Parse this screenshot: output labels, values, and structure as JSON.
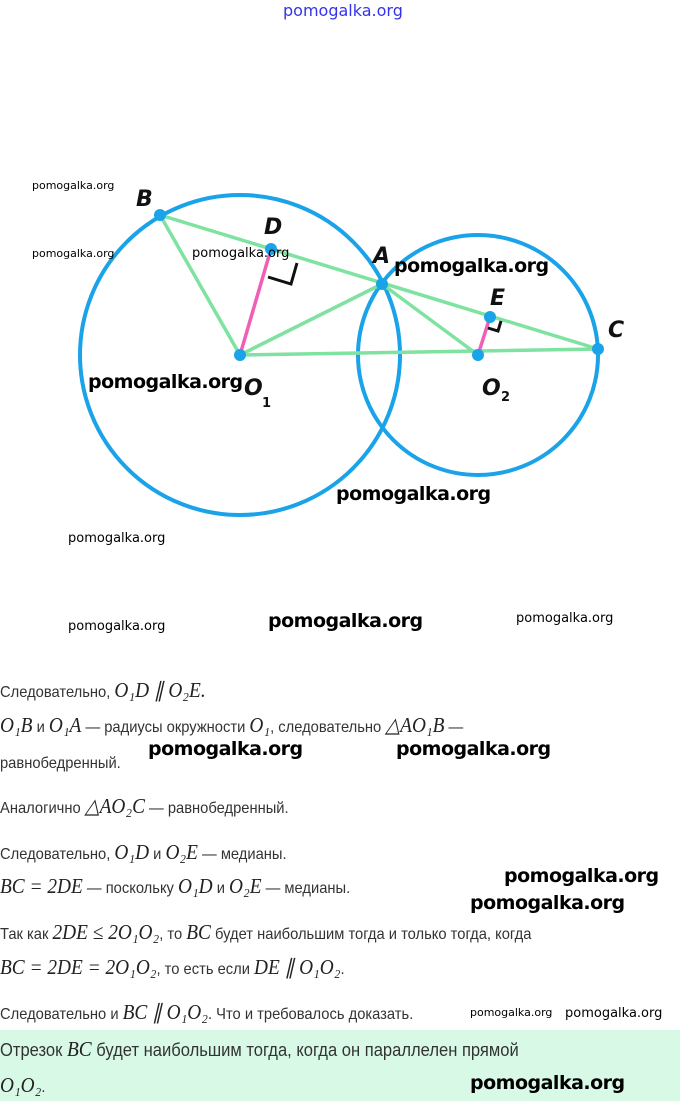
{
  "top_watermark": "pomogalka.org",
  "watermark": "pomogalka.org",
  "diagram": {
    "labels": {
      "B": "B",
      "D": "D",
      "A": "A",
      "E": "E",
      "C": "C",
      "O1": "O",
      "O1_sub": "1",
      "O2": "O",
      "O2_sub": "2"
    },
    "colors": {
      "circle": "#1aa3e8",
      "segment": "#7ee2a0",
      "perpendicular": "#ee5fb5",
      "point": "#1aa3e8"
    }
  },
  "text": {
    "l1": {
      "a": "Следовательно, ",
      "m": "O₁D ∥ O₂E."
    },
    "l2": {
      "m1": "O₁B",
      "a": " и ",
      "m2": "O₁A",
      "b": " — радиусы окружности ",
      "m3": "O₁",
      "c": ", следовательно ",
      "m4": "△AO₁B",
      "d": " —"
    },
    "l3": "равнобедренный.",
    "l4": {
      "a": "Аналогично ",
      "m": "△AO₂C",
      "b": " — равнобедренный."
    },
    "l5": {
      "a": "Следовательно, ",
      "m1": "O₁D",
      "b": " и ",
      "m2": "O₂E",
      "c": " — медианы."
    },
    "l6": {
      "m1": "BC = 2DE",
      "a": " — поскольку ",
      "m2": "O₁D",
      "b": " и ",
      "m3": "O₂E",
      "c": " — медианы."
    },
    "l7": {
      "a": "Так как ",
      "m1": "2DE ≤ 2O₁O₂",
      "b": ", то ",
      "m2": "BC",
      "c": " будет наибольшим тогда и только тогда, когда"
    },
    "l8": {
      "m1": "BC = 2DE = 2O₁O₂",
      "a": ", то есть если ",
      "m2": "DE ∥ O₁O₂",
      "b": "."
    },
    "l9": {
      "a": "Следовательно и ",
      "m1": "BC ∥ O₁O₂",
      "b": ". Что и требовалось доказать."
    },
    "answer": {
      "a": "Отрезок ",
      "m1": "BC",
      "b": " будет наибольшим тогда, когда он параллелен прямой",
      "m2": "O₁O₂",
      "c": "."
    }
  }
}
